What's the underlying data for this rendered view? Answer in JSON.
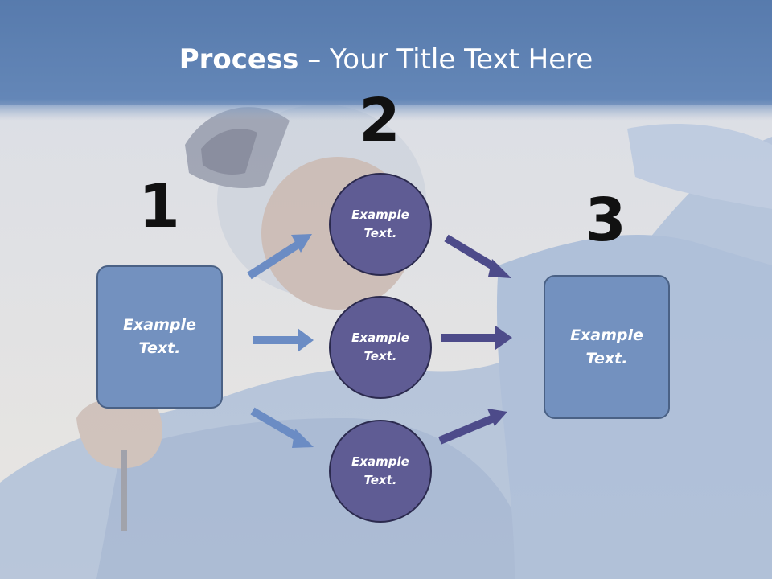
{
  "title": {
    "bold": "Process",
    "rest": " – Your Title Text Here"
  },
  "steps": [
    {
      "number": "1"
    },
    {
      "number": "2"
    },
    {
      "number": "3"
    }
  ],
  "left_box": {
    "text_line1": "Example",
    "text_line2": "Text."
  },
  "circles": [
    {
      "line1": "Example",
      "line2": "Text."
    },
    {
      "line1": "Example",
      "line2": "Text."
    },
    {
      "line1": "Example",
      "line2": "Text."
    }
  ],
  "right_box": {
    "text_line1": "Example",
    "text_line2": "Text."
  },
  "colors": {
    "header_band": "#5f82b3",
    "box_fill": "#7391bf",
    "circle_fill": "#5f5c94",
    "arrow_in": "#6b8cc4",
    "arrow_out": "#4d4b8a"
  }
}
